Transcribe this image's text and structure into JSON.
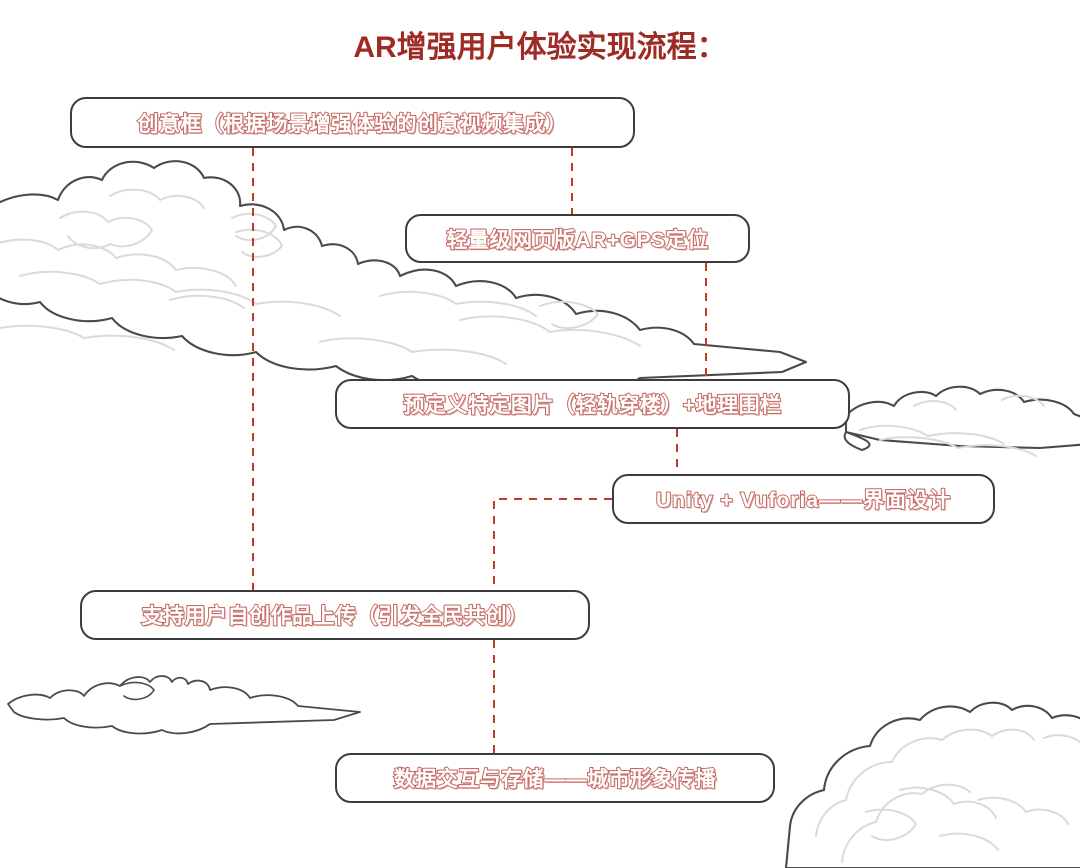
{
  "page": {
    "title": "AR增强用户体验实现流程：",
    "background_color": "#ffffff",
    "accent_color": "#9e2b25",
    "box_border_color": "#3c3c3c",
    "connector_color": "#c0392b",
    "cloud_outline_color": "#4a4a4a",
    "cloud_detail_color": "#d8d8d8"
  },
  "flow": {
    "type": "flowchart",
    "orientation": "vertical-zigzag",
    "nodes": [
      {
        "id": "n1",
        "index": 1,
        "label": "创意框（根据场景增强体验的创意视频集成）"
      },
      {
        "id": "n2",
        "index": 2,
        "label": "轻量级网页版AR+GPS定位"
      },
      {
        "id": "n3",
        "index": 3,
        "label": "预定义特定图片（轻轨穿楼）+地理围栏"
      },
      {
        "id": "n4",
        "index": 4,
        "label": "Unity + Vuforia——界面设计"
      },
      {
        "id": "n5",
        "index": 5,
        "label": "支持用户自创作品上传（引发全民共创）"
      },
      {
        "id": "n6",
        "index": 6,
        "label": "数据交互与存储——城市形象传播"
      }
    ],
    "edges": [
      {
        "from": "n1",
        "to": "n2",
        "style": "dashed"
      },
      {
        "from": "n2",
        "to": "n3",
        "style": "dashed"
      },
      {
        "from": "n3",
        "to": "n4",
        "style": "dashed"
      },
      {
        "from": "n4",
        "to": "n5",
        "style": "dashed-elbow"
      },
      {
        "from": "n5",
        "to": "n6",
        "style": "dashed"
      },
      {
        "from": "n1",
        "to": "n5",
        "style": "dashed-long"
      }
    ]
  },
  "decorations": {
    "clouds": [
      {
        "name": "cloud-top-left",
        "position": "left-upper"
      },
      {
        "name": "cloud-mid-right",
        "position": "right-middle"
      },
      {
        "name": "cloud-wisp-left",
        "position": "left-lower"
      },
      {
        "name": "cloud-bottom-right",
        "position": "right-bottom"
      }
    ]
  }
}
